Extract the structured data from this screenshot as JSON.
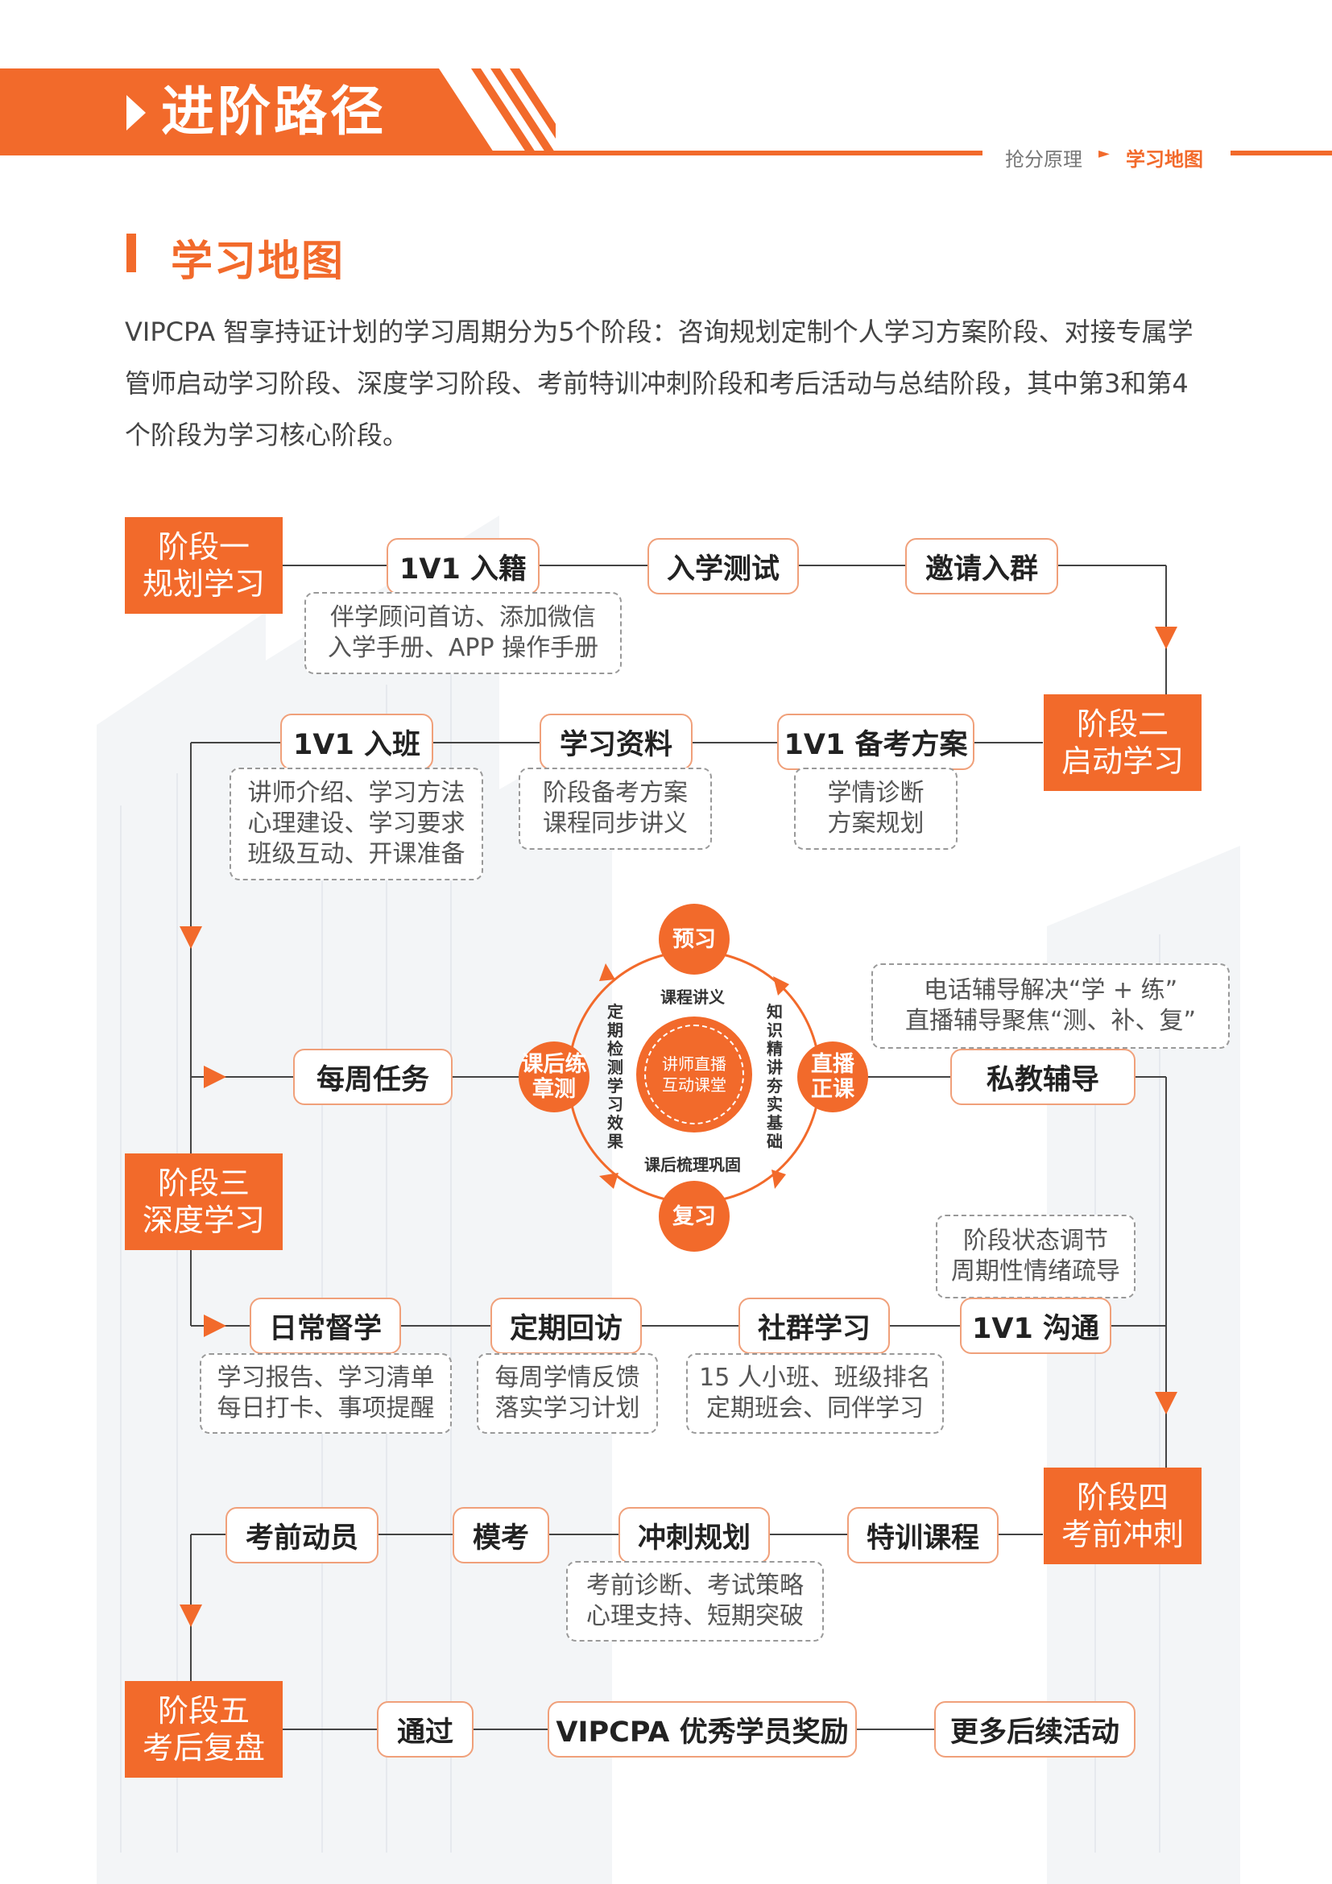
{
  "header": {
    "title": "进阶路径",
    "breadcrumb": [
      "抢分原理",
      "学习地图"
    ],
    "accent_color": "#f26a2b"
  },
  "section": {
    "title": "学习地图",
    "intro": "VIPCPA 智享持证计划的学习周期分为5个阶段：咨询规划定制个人学习方案阶段、对接专属学管师启动学习阶段、深度学习阶段、考前特训冲刺阶段和考后活动与总结阶段，其中第3和第4个阶段为学习核心阶段。"
  },
  "stages": [
    {
      "line1": "阶段一",
      "line2": "规划学习"
    },
    {
      "line1": "阶段二",
      "line2": "启动学习"
    },
    {
      "line1": "阶段三",
      "line2": "深度学习"
    },
    {
      "line1": "阶段四",
      "line2": "考前冲刺"
    },
    {
      "line1": "阶段五",
      "line2": "考后复盘"
    }
  ],
  "nodes": {
    "s1": [
      "1V1 入籍",
      "入学测试",
      "邀请入群"
    ],
    "s2": [
      "1V1 入班",
      "学习资料",
      "1V1 备考方案"
    ],
    "s3_mid": [
      "每周任务",
      "私教辅导"
    ],
    "s3_bottom": [
      "日常督学",
      "定期回访",
      "社群学习",
      "1V1 沟通"
    ],
    "s4": [
      "考前动员",
      "模考",
      "冲刺规划",
      "特训课程"
    ],
    "s5": [
      "通过",
      "VIPCPA 优秀学员奖励",
      "更多后续活动"
    ]
  },
  "notes": {
    "enroll": [
      "伴学顾问首访、添加微信",
      "入学手册、APP 操作手册"
    ],
    "class": [
      "讲师介绍、学习方法",
      "心理建设、学习要求",
      "班级互动、开课准备"
    ],
    "materials": [
      "阶段备考方案",
      "课程同步讲义"
    ],
    "plan": [
      "学情诊断",
      "方案规划"
    ],
    "tutoring": [
      "电话辅导解决“学 + 练”",
      "直播辅导聚焦“测、补、复”"
    ],
    "communicate": [
      "阶段状态调节",
      "周期性情绪疏导"
    ],
    "supervise": [
      "学习报告、学习清单",
      "每日打卡、事项提醒"
    ],
    "revisit": [
      "每周学情反馈",
      "落实学习计划"
    ],
    "community": [
      "15 人小班、班级排名",
      "定期班会、同伴学习"
    ],
    "sprint": [
      "考前诊断、考试策略",
      "心理支持、短期突破"
    ]
  },
  "cycle": {
    "preview": "预习",
    "live": [
      "直播",
      "正课"
    ],
    "review": "复习",
    "practice": [
      "课后练",
      "章测"
    ],
    "core": [
      "讲师直播",
      "互动课堂"
    ],
    "lecture_notes": "课程讲义",
    "consolidate": "课后梳理巩固",
    "right_vertical": "知识精讲夯实基础",
    "left_vertical": "定期检测学习效果"
  }
}
